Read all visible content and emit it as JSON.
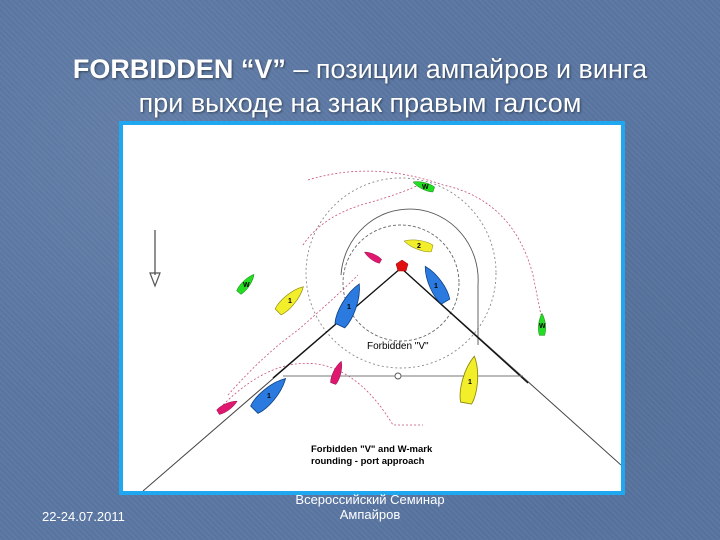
{
  "slide": {
    "title_bold": "FORBIDDEN “V”",
    "title_rest": " – позиции ампайров и винга",
    "title_line2": "при выходе на знак правым галсом",
    "footer_date": "22-24.07.2011",
    "footer_org_line1": "Всероссийский Семинар",
    "footer_org_line2": "Ампайров"
  },
  "diagram": {
    "center_label": "Forbidden \"V\"",
    "caption_line1": "Forbidden \"V\" and W-mark",
    "caption_line2": "rounding - port approach",
    "boats": [
      {
        "id": "w-top",
        "label": "W",
        "color": "#22dd22"
      },
      {
        "id": "w-left",
        "label": "W",
        "color": "#22dd22"
      },
      {
        "id": "w-right",
        "label": "W",
        "color": "#22dd22"
      },
      {
        "id": "yellow-top",
        "label": "2",
        "color": "#f2ee2a"
      },
      {
        "id": "yellow-left",
        "label": "1",
        "color": "#f2ee2a"
      },
      {
        "id": "yellow-right",
        "label": "1",
        "color": "#f2ee2a"
      },
      {
        "id": "magenta-top",
        "label": "",
        "color": "#e0176e"
      },
      {
        "id": "magenta-mid",
        "label": "",
        "color": "#e0176e"
      },
      {
        "id": "magenta-low",
        "label": "",
        "color": "#e0176e"
      },
      {
        "id": "blue-top",
        "label": "1",
        "color": "#2a7ae0"
      },
      {
        "id": "blue-right",
        "label": "1",
        "color": "#2a7ae0"
      },
      {
        "id": "blue-low",
        "label": "1",
        "color": "#2a7ae0"
      }
    ],
    "colors": {
      "mark": "#e01010",
      "frame": "#1fa8f0",
      "background": "#5a77a3"
    }
  }
}
